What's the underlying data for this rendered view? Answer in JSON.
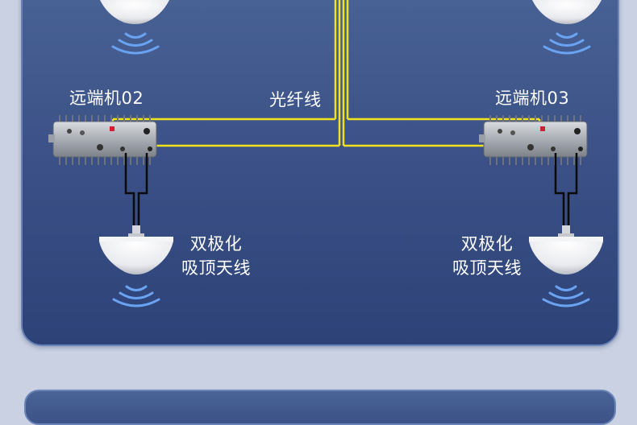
{
  "labels": {
    "remote_left": "远端机02",
    "remote_right": "远端机03",
    "fiber": "光纤线",
    "antenna_left_line1": "双极化",
    "antenna_left_line2": "吸顶天线",
    "antenna_right_line1": "双极化",
    "antenna_right_line2": "吸顶天线"
  },
  "colors": {
    "fiber": "#f2e21c",
    "cable": "#0b0b0b",
    "signal": "#3f7bd9",
    "panel": "#3c5288"
  },
  "icons": [
    "ceiling-antenna-icon",
    "signal-wave-icon",
    "remote-unit-icon"
  ]
}
